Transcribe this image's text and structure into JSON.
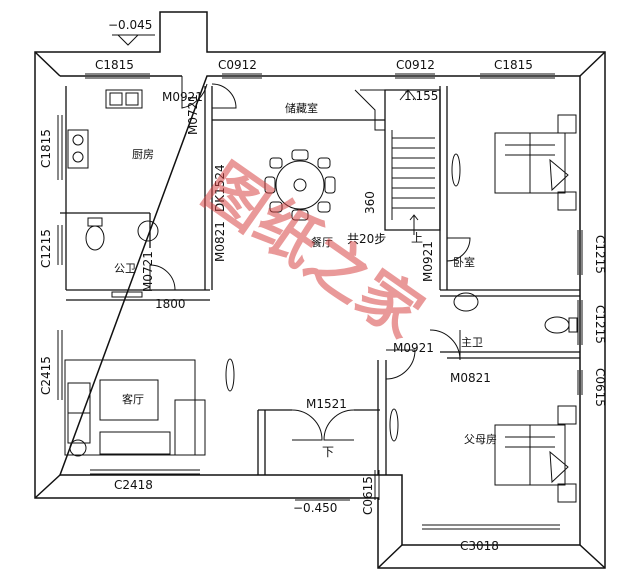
{
  "plan": {
    "elevations": {
      "top_left": "−0.045",
      "stair": "1.155",
      "entrance": "−0.450"
    },
    "windows": {
      "kitchen_top": "C1815",
      "storage_top_left": "C0912",
      "storage_top_right": "C0912",
      "bedroom_top": "C1815",
      "kitchen_left": "C1815",
      "wc_left": "C1215",
      "living_left": "C2415",
      "living_bottom": "C2418",
      "bedroom_right": "C1215",
      "bath_right": "C1215",
      "parents_right": "C0615",
      "entrance_side": "C0615",
      "parents_bottom": "C3018"
    },
    "doors": {
      "kitchen": "M0921",
      "storage": "M0721",
      "opening": "DK1524",
      "dining_left": "M0821",
      "wc": "M0721",
      "bedroom": "M0921",
      "bath": "M0921",
      "bath_lower": "M0821",
      "entrance": "M1521"
    },
    "rooms": {
      "kitchen": "厨房",
      "storage": "储藏室",
      "dining": "餐厅",
      "public_wc": "公卫",
      "bedroom": "卧室",
      "master_wc": "主卫",
      "living": "客厅",
      "parents_room": "父母房"
    },
    "stairs": {
      "up": "上",
      "down": "下",
      "steps": "共20步",
      "riser": "360"
    },
    "dimension": "1800",
    "watermark": "图纸之家"
  }
}
